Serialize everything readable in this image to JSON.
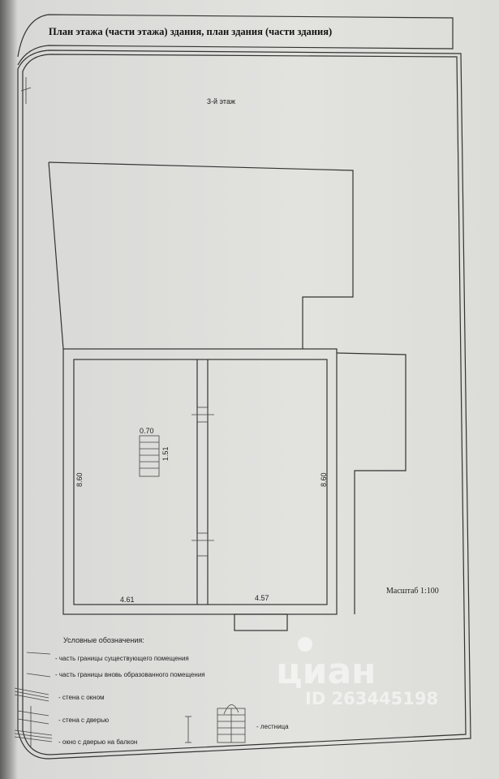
{
  "header": {
    "title": "План этажа (части этажа) здания, план здания (части здания)"
  },
  "plan": {
    "floor_label": "3-й этаж",
    "dimensions": {
      "stair_width": "0.70",
      "stair_length": "1.51",
      "left_height": "8.60",
      "right_height": "8.60",
      "left_width": "4.61",
      "right_width": "4.57"
    },
    "scale": "Масштаб 1:100"
  },
  "legend": {
    "title": "Условные обозначения:",
    "items": [
      "- часть границы существующего помещения",
      "- часть границы вновь образованного помещения",
      "- стена с окном",
      "- стена с дверью",
      "- окно с дверью на балкон",
      "- лестница"
    ]
  },
  "watermark": {
    "brand": "циан",
    "id": "ID 263445198"
  }
}
